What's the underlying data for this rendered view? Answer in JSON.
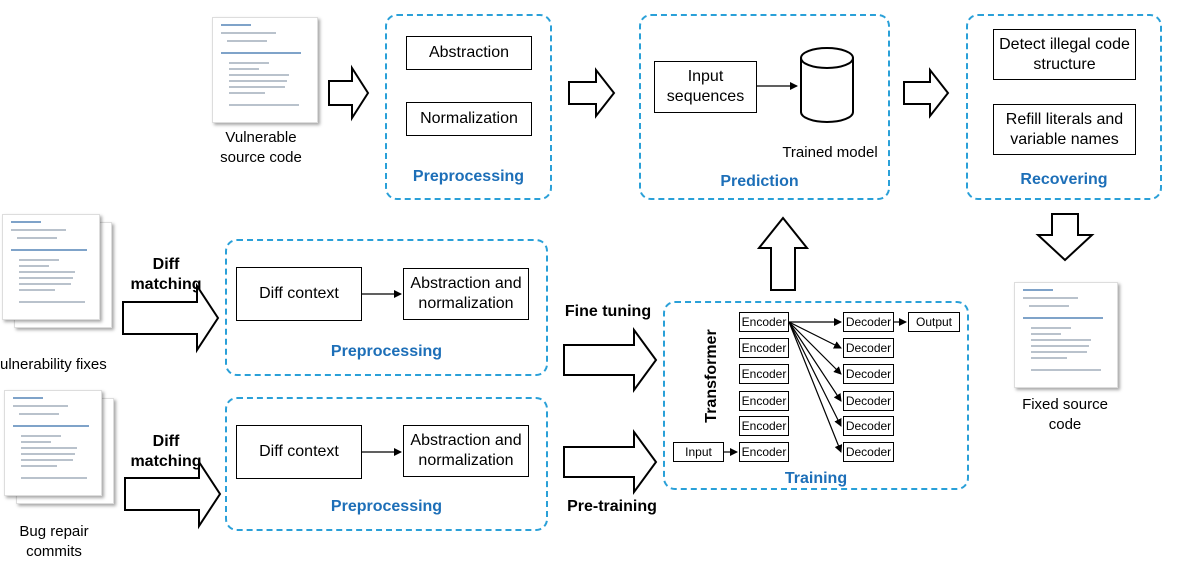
{
  "inputs": {
    "vulnerable_source_code": "Vulnerable\nsource code",
    "vulnerability_fixes": "ulnerability fixes",
    "bug_repair_commits": "Bug repair\ncommits",
    "fixed_source_code": "Fixed source\ncode"
  },
  "stages": {
    "preprocessing_top": {
      "title": "Preprocessing",
      "steps": [
        "Abstraction",
        "Normalization"
      ]
    },
    "prediction": {
      "title": "Prediction",
      "input_label": "Input\nsequences",
      "model_label": "Trained model"
    },
    "recovering": {
      "title": "Recovering",
      "steps": [
        "Detect illegal code\nstructure",
        "Refill literals and\nvariable names"
      ]
    },
    "preprocessing_mid": {
      "title": "Preprocessing",
      "diff_context": "Diff context",
      "abstraction_normalization": "Abstraction and\nnormalization"
    },
    "preprocessing_bottom": {
      "title": "Preprocessing",
      "diff_context": "Diff context",
      "abstraction_normalization": "Abstraction and\nnormalization"
    },
    "training": {
      "title": "Training",
      "transformer_label": "Transformer",
      "input_label": "Input",
      "encoder_label": "Encoder",
      "decoder_label": "Decoder",
      "output_label": "Output"
    }
  },
  "arrow_labels": {
    "diff_matching_1": "Diff\nmatching",
    "diff_matching_2": "Diff\nmatching",
    "fine_tuning": "Fine tuning",
    "pre_training": "Pre-training"
  },
  "colors": {
    "dashed_border": "#2aa0d8",
    "stage_title": "#1d6fb8"
  },
  "icons": [
    "code-document-icon",
    "database-cylinder-icon",
    "block-arrow-icon"
  ]
}
